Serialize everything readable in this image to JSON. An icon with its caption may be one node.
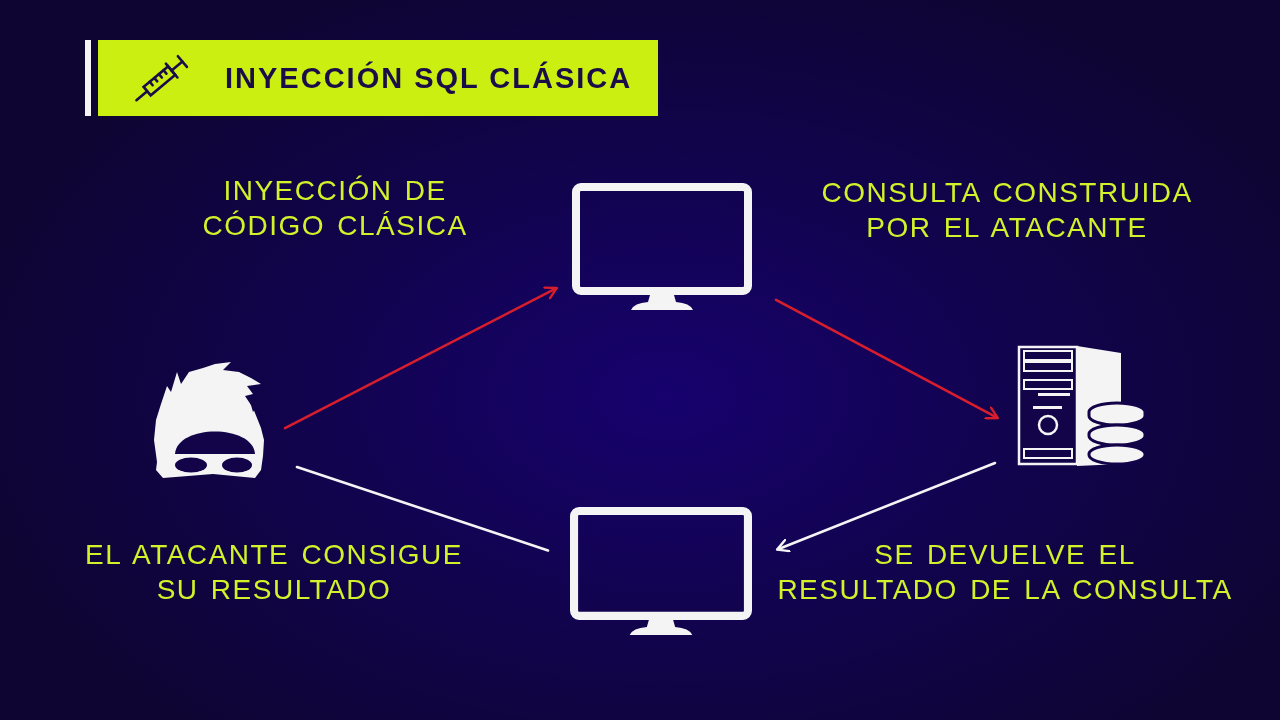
{
  "diagram": {
    "title": "INYECCIÓN SQL CLÁSICA",
    "nodes": [
      {
        "text": [],
        "shape": "person"
      },
      {
        "text": [],
        "shape": "monitor"
      },
      {
        "text": [],
        "shape": "server"
      },
      {
        "text": [],
        "shape": "monitor"
      }
    ],
    "edges": [
      {
        "from": 0,
        "to": 1,
        "arrow": "to",
        "color": "#d81e2c"
      },
      {
        "from": 1,
        "to": 2,
        "arrow": "to",
        "color": "#d81e2c"
      },
      {
        "from": 2,
        "to": 3,
        "arrow": "to",
        "color": "#f4f4f4"
      },
      {
        "from": 3,
        "to": 0,
        "arrow": "none",
        "color": "#f4f4f4"
      }
    ],
    "labels": [
      "INYECCIÓN DE CÓDIGO CLÁSICA",
      "CONSULTA CONSTRUIDA POR EL ATACANTE",
      "EL ATACANTE CONSIGUE SU RESULTADO",
      "SE DEVUELVE EL RESULTADO DE LA CONSULTA"
    ]
  }
}
